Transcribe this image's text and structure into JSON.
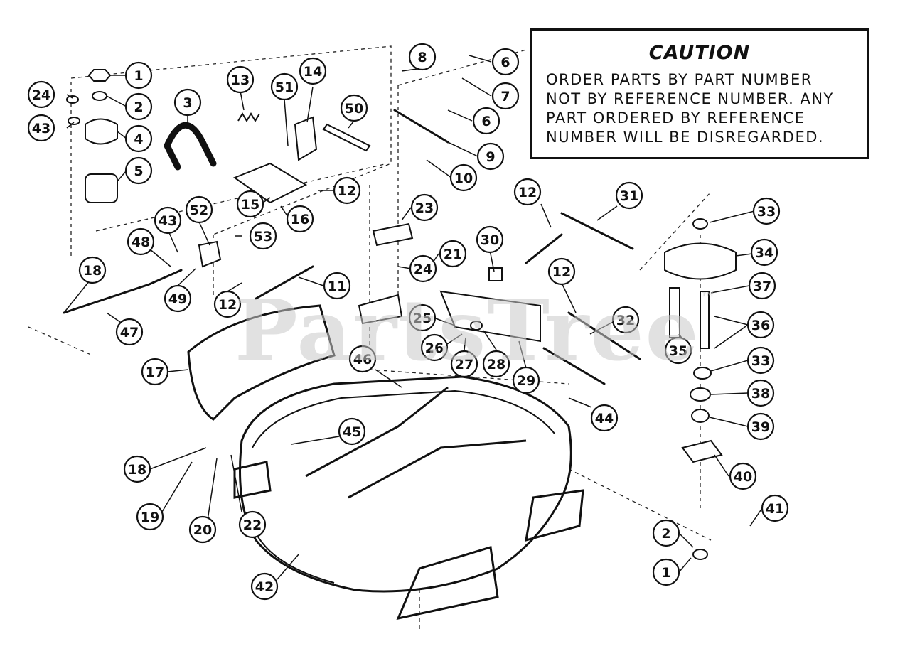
{
  "caution": {
    "title": "CAUTION",
    "lines": [
      "ORDER PARTS BY PART NUMBER",
      "NOT BY REFERENCE NUMBER. ANY",
      "PART ORDERED BY REFERENCE",
      "NUMBER WILL BE DISREGARDED."
    ]
  },
  "watermark": {
    "text": "PartsTree",
    "mark": "™"
  },
  "callouts": [
    "1",
    "2",
    "3",
    "4",
    "5",
    "6",
    "7",
    "8",
    "9",
    "10",
    "11",
    "12",
    "13",
    "14",
    "15",
    "16",
    "17",
    "18",
    "19",
    "20",
    "21",
    "22",
    "23",
    "24",
    "25",
    "26",
    "27",
    "28",
    "29",
    "30",
    "31",
    "32",
    "33",
    "34",
    "35",
    "36",
    "37",
    "38",
    "39",
    "40",
    "41",
    "42",
    "43",
    "44",
    "45",
    "46",
    "47",
    "48",
    "49",
    "50",
    "51",
    "52",
    "53"
  ]
}
